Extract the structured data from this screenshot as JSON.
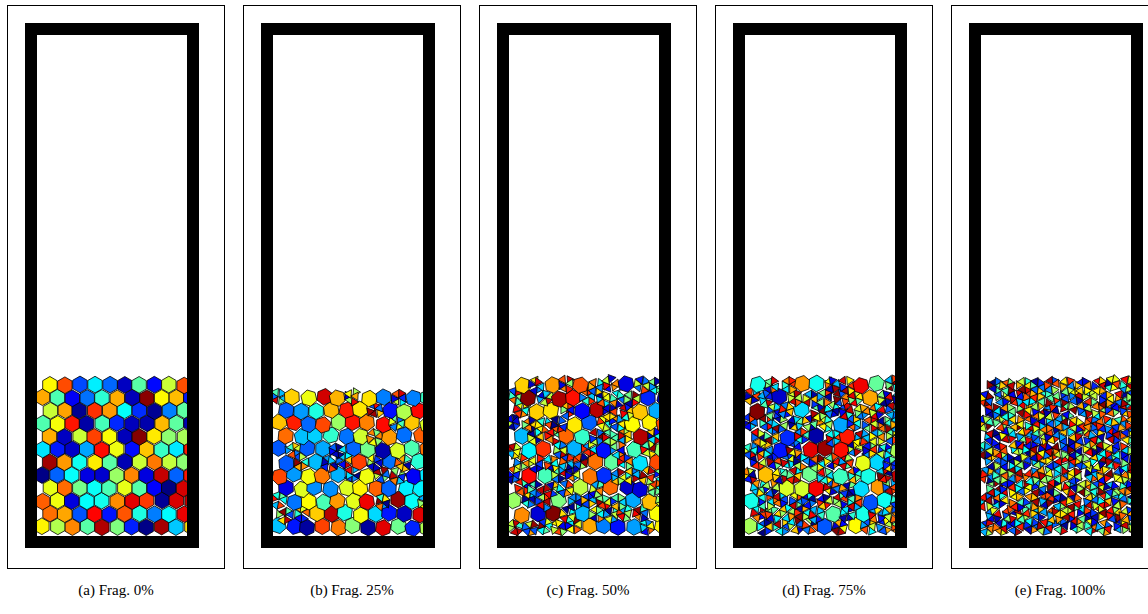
{
  "diagram": {
    "labels": [
      "(a) Frag. 0%",
      "(b) Frag. 25%",
      "(c) Frag. 50%",
      "(d) Frag. 75%",
      "(e) Frag. 100%"
    ]
  }
}
